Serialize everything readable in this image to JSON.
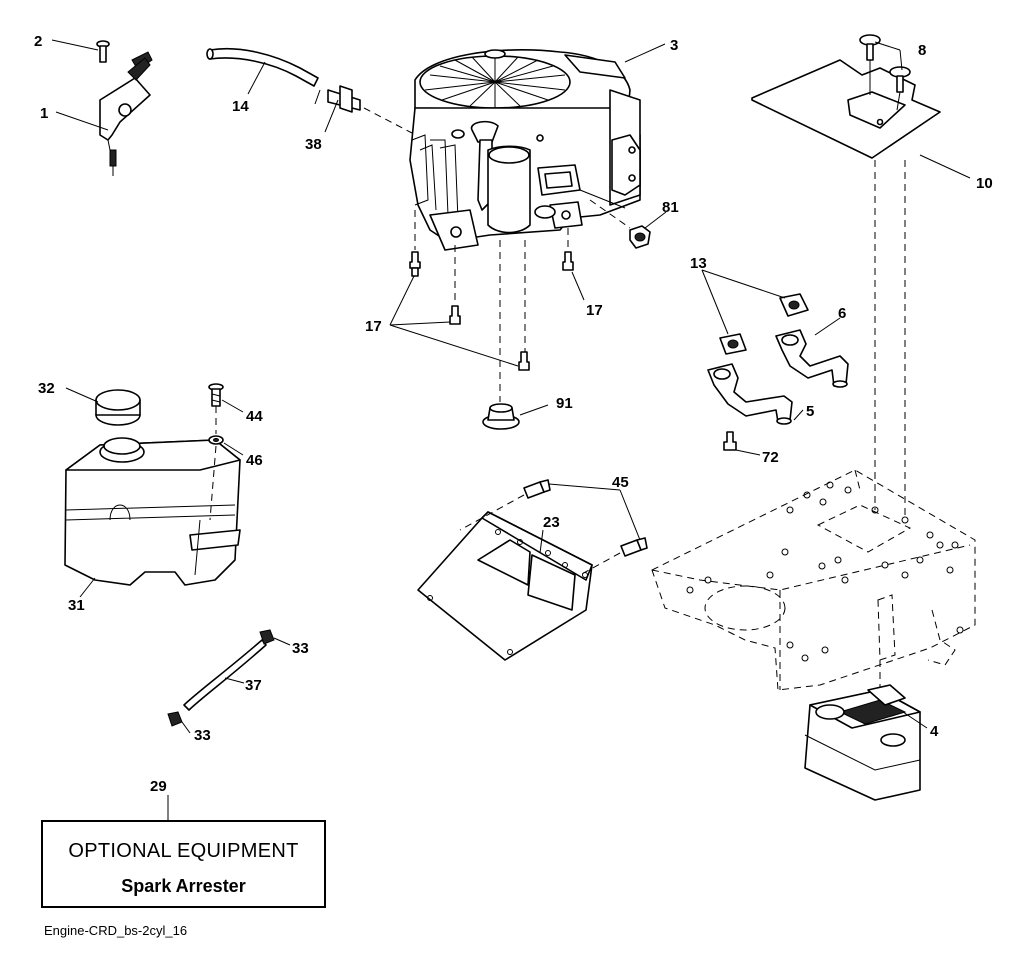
{
  "callouts": [
    {
      "id": "c-2",
      "label": "2"
    },
    {
      "id": "c-1",
      "label": "1"
    },
    {
      "id": "c-14",
      "label": "14"
    },
    {
      "id": "c-38",
      "label": "38"
    },
    {
      "id": "c-3",
      "label": "3"
    },
    {
      "id": "c-8",
      "label": "8"
    },
    {
      "id": "c-10",
      "label": "10"
    },
    {
      "id": "c-81",
      "label": "81"
    },
    {
      "id": "c-17a",
      "label": "17"
    },
    {
      "id": "c-17b",
      "label": "17"
    },
    {
      "id": "c-13",
      "label": "13"
    },
    {
      "id": "c-6",
      "label": "6"
    },
    {
      "id": "c-32",
      "label": "32"
    },
    {
      "id": "c-44",
      "label": "44"
    },
    {
      "id": "c-46",
      "label": "46"
    },
    {
      "id": "c-91",
      "label": "91"
    },
    {
      "id": "c-5",
      "label": "5"
    },
    {
      "id": "c-72",
      "label": "72"
    },
    {
      "id": "c-45",
      "label": "45"
    },
    {
      "id": "c-23",
      "label": "23"
    },
    {
      "id": "c-31",
      "label": "31"
    },
    {
      "id": "c-33a",
      "label": "33"
    },
    {
      "id": "c-37",
      "label": "37"
    },
    {
      "id": "c-33b",
      "label": "33"
    },
    {
      "id": "c-4",
      "label": "4"
    },
    {
      "id": "c-29",
      "label": "29"
    }
  ],
  "optional_box": {
    "title": "OPTIONAL EQUIPMENT",
    "subtitle": "Spark Arrester"
  },
  "caption": "Engine-CRD_bs-2cyl_16"
}
